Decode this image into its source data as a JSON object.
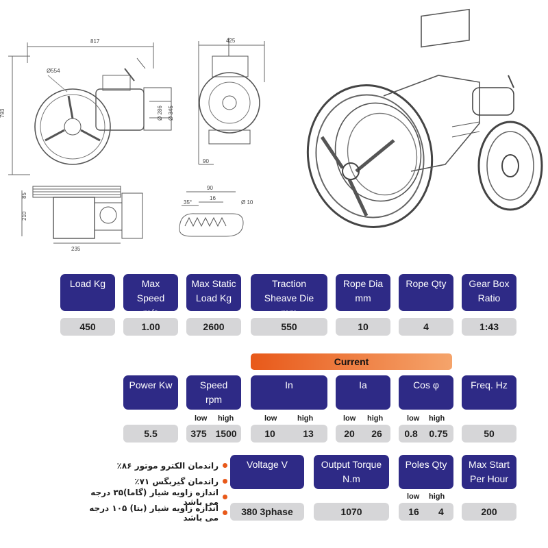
{
  "drawing": {
    "dimensions": {
      "width_total": "817",
      "height_total": "793",
      "sheave_dia": "Ø554",
      "motor_dia_a": "Ø 286",
      "motor_dia_b": "Ø 345",
      "side_width": "425",
      "side_base": "90",
      "bottom_left_a": "85",
      "bottom_left_b": "210",
      "bottom_width": "235",
      "groove_width": "90",
      "groove_pitch": "16",
      "groove_angle": "35°",
      "rope_dia": "Ø 10"
    }
  },
  "specs_row1": [
    {
      "label": "Load Kg",
      "value": "450"
    },
    {
      "label": "Max Speed m/s",
      "value": "1.00"
    },
    {
      "label": "Max Static Load Kg",
      "value": "2600"
    },
    {
      "label": "Traction Sheave Die mm",
      "value": "550"
    },
    {
      "label": "Rope Dia mm",
      "value": "10"
    },
    {
      "label": "Rope Qty",
      "value": "4"
    },
    {
      "label": "Gear Box Ratio",
      "value": "1:43"
    }
  ],
  "current_label": "Current",
  "specs_row2": {
    "power": {
      "label": "Power Kw",
      "value": "5.5"
    },
    "speed": {
      "label": "Speed rpm",
      "low": "375",
      "high": "1500"
    },
    "in": {
      "label": "In",
      "low": "10",
      "high": "13"
    },
    "ia": {
      "label": "Ia",
      "low": "20",
      "high": "26"
    },
    "cos": {
      "label": "Cos φ",
      "low": "0.8",
      "high": "0.75"
    },
    "freq": {
      "label": "Freq. Hz",
      "value": "50"
    }
  },
  "low_label": "low",
  "high_label": "high",
  "specs_row3": {
    "voltage": {
      "label": "Voltage V",
      "value": "380 3phase"
    },
    "torque": {
      "label": "Output Torque N.m",
      "value": "1070"
    },
    "poles": {
      "label": "Poles Qty",
      "low": "16",
      "high": "4"
    },
    "starts": {
      "label": "Max Start Per Hour",
      "value": "200"
    }
  },
  "notes": [
    "راندمان الکترو موتور ۸۶٪",
    "راندمان گیربگس ۷۱٪",
    "اندازه زاویه شیار (گاما)۳۵ درجه می باشد",
    "اندازه زاویه شیار (بتا) ۱۰۵ درجه می باشد"
  ],
  "colors": {
    "header": "#2e2a86",
    "value_bg": "#d6d6d8",
    "accent": "#e8591a"
  }
}
